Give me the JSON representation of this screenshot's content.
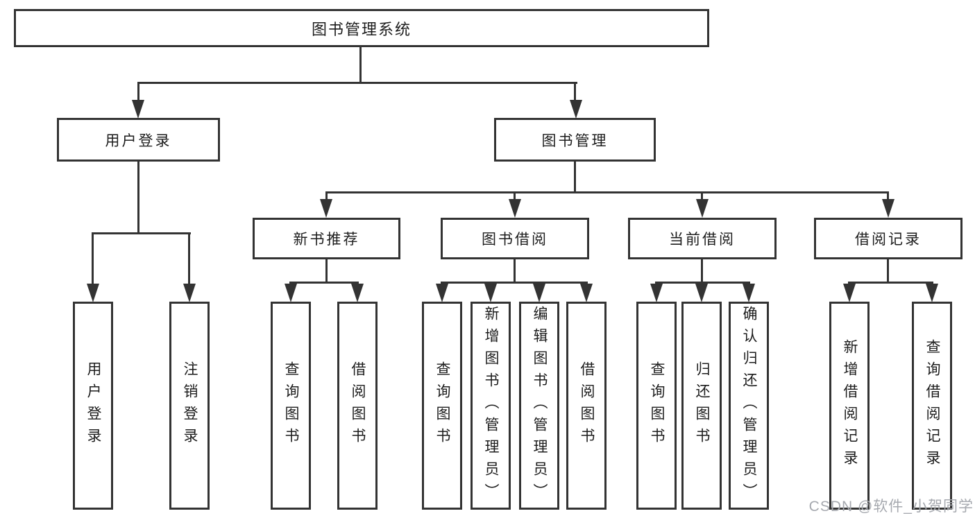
{
  "diagram": {
    "root": {
      "label": "图书管理系统"
    },
    "level2": [
      "用户登录",
      "图书管理"
    ],
    "level3": [
      "新书推荐",
      "图书借阅",
      "当前借阅",
      "借阅记录"
    ],
    "leaves": {
      "user_login": [
        "用户登录",
        "注销登录"
      ],
      "new_book_recommend": [
        "查询图书",
        "借阅图书"
      ],
      "book_borrowing": [
        "查询图书",
        "新增图书（管理员）",
        "编辑图书（管理员）",
        "借阅图书"
      ],
      "current_borrowing": [
        "查询图书",
        "归还图书",
        "确认归还（管理员）"
      ],
      "borrowing_records": [
        "新增借阅记录",
        "查询借阅记录"
      ]
    }
  },
  "watermark": "CSDN @软件_小贺同学",
  "colors": {
    "line": "#333333",
    "text": "#1c1c1c",
    "watermark": "#a6a9af",
    "background": "#ffffff"
  }
}
